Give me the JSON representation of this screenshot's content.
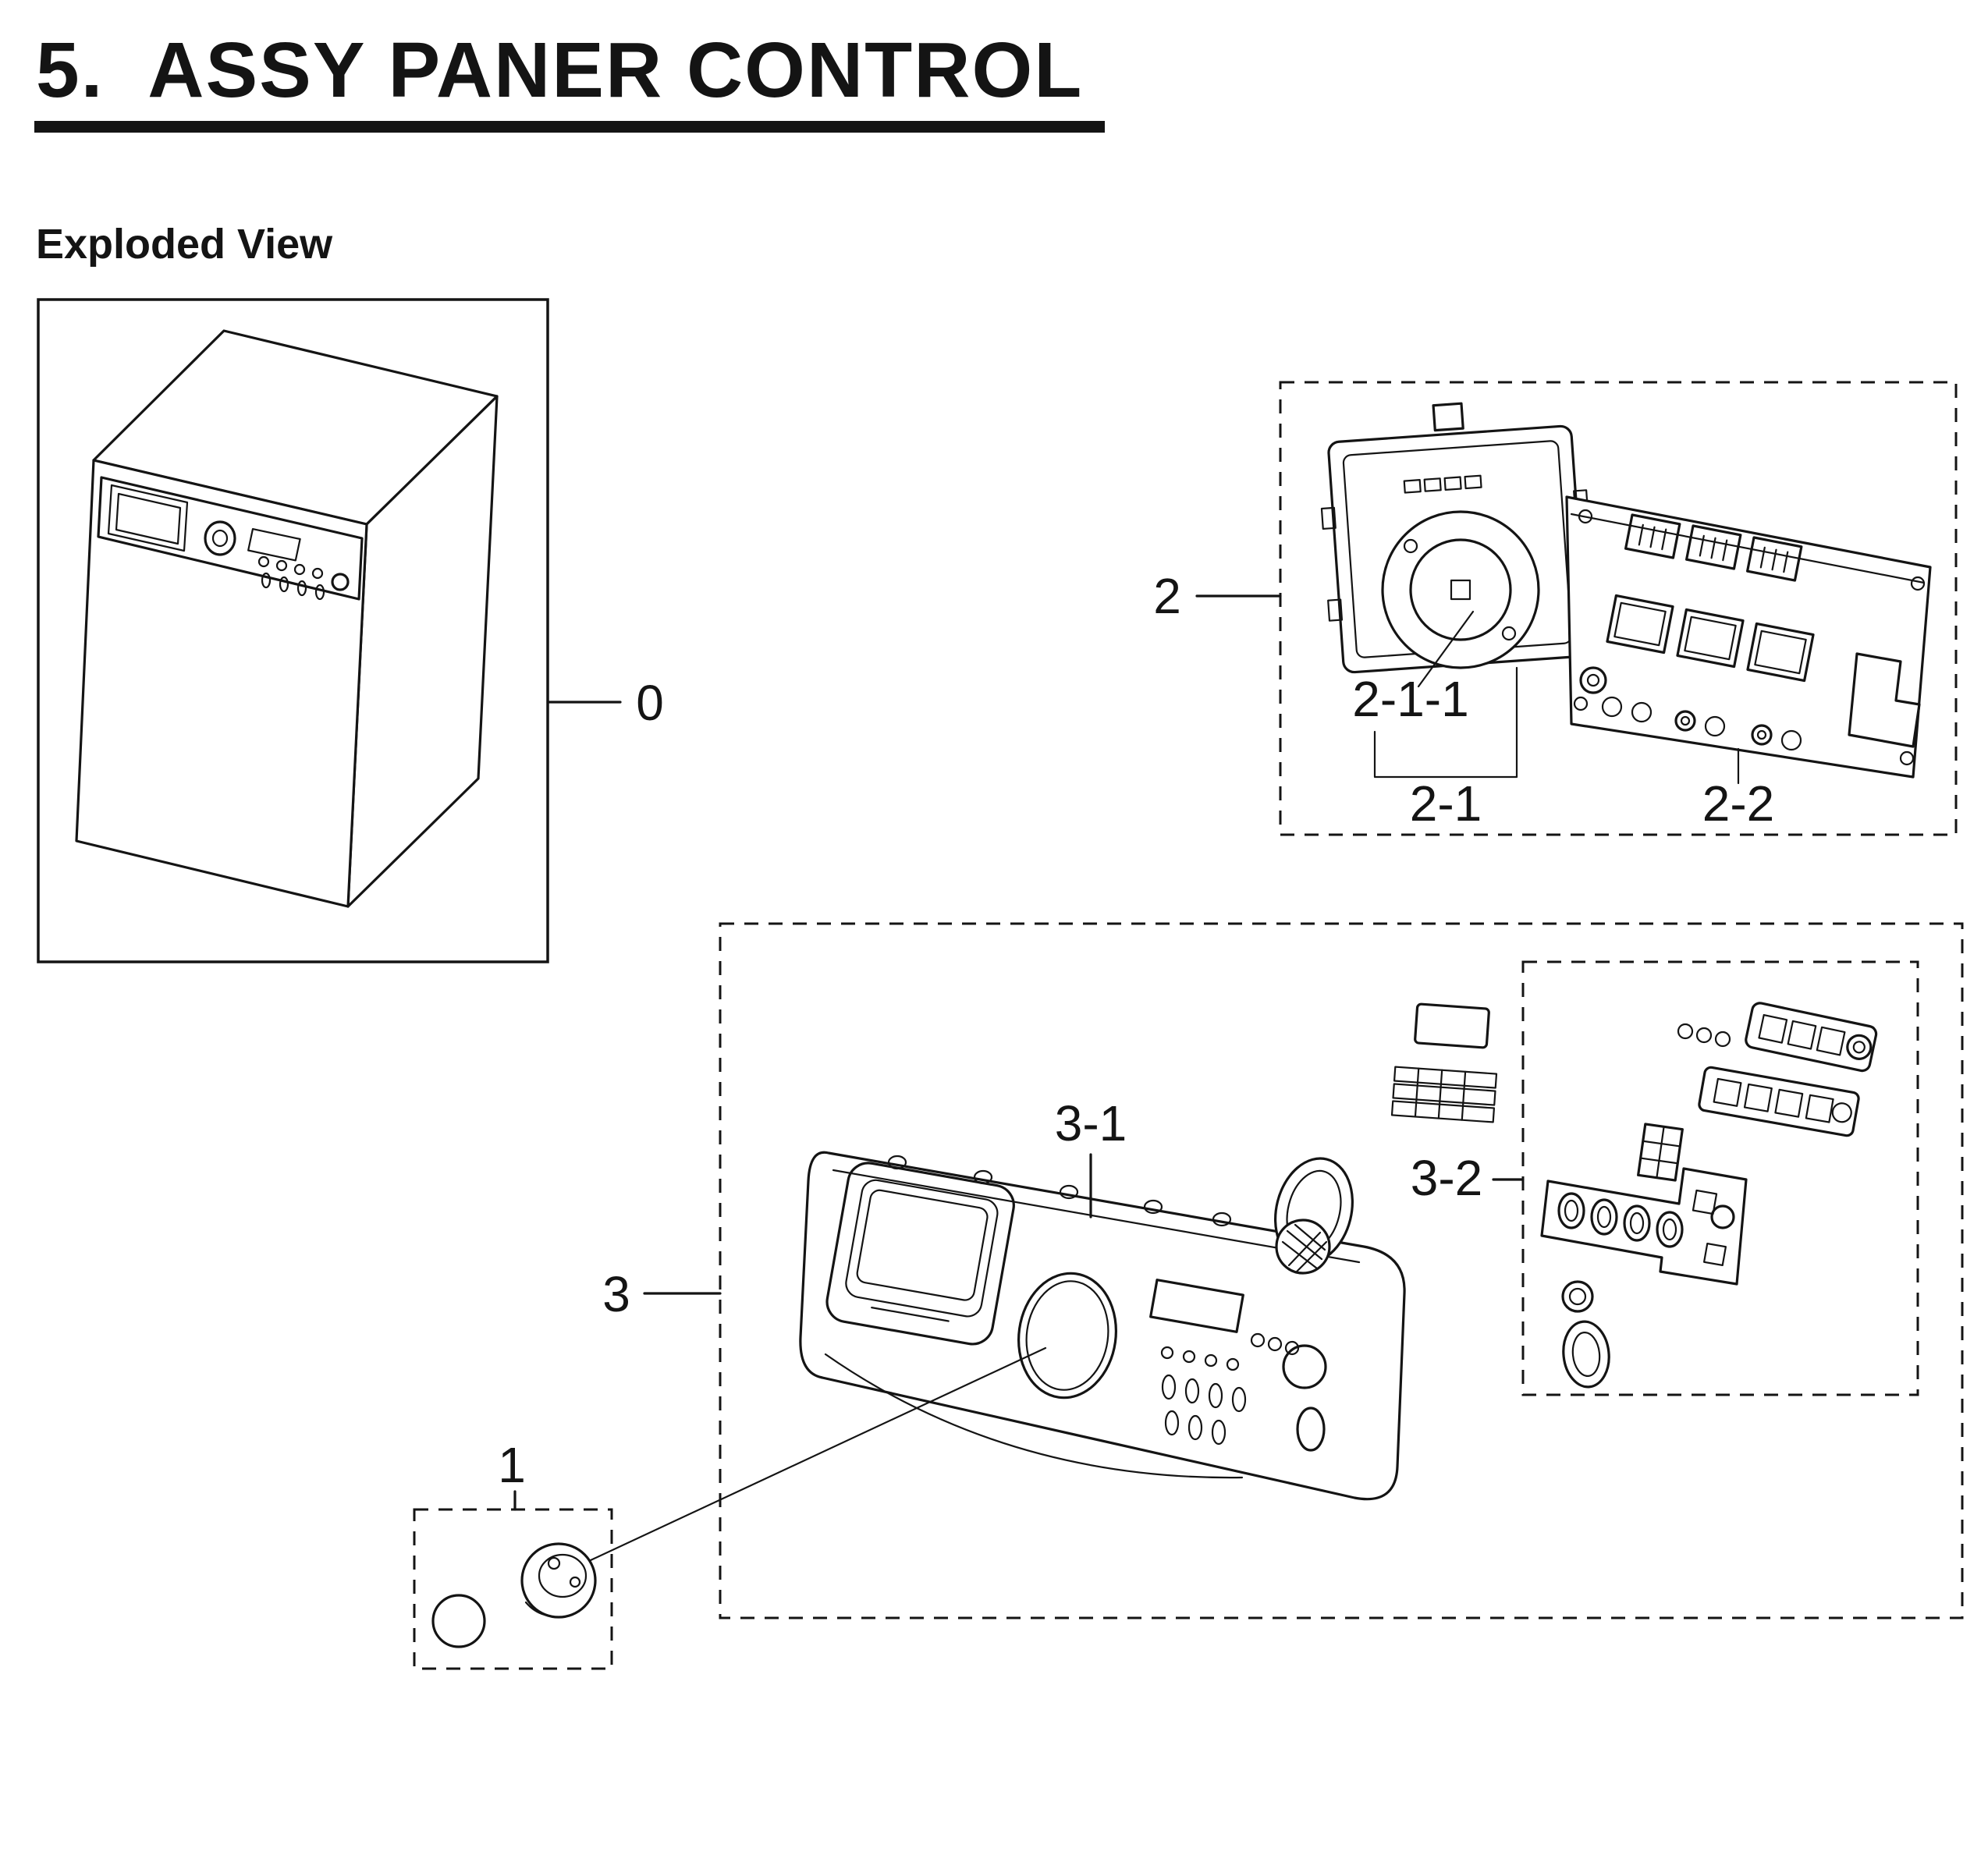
{
  "page": {
    "title": "5.  ASSY PANER CONTROL",
    "subtitle": "Exploded View"
  },
  "labels": {
    "part_0": "0",
    "part_1": "1",
    "part_2": "2",
    "part_2_1": "2-1",
    "part_2_1_1": "2-1-1",
    "part_2_2": "2-2",
    "part_3": "3",
    "part_3_1": "3-1",
    "part_3_2": "3-2"
  },
  "colors": {
    "ink": "#141414",
    "paper": "#ffffff"
  }
}
